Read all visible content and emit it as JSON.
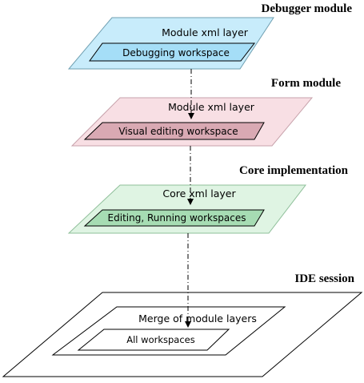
{
  "layers": {
    "debugger": {
      "title": "Debugger module",
      "outer_label": "Module xml layer",
      "inner_label": "Debugging workspace",
      "outer_fill": "#c8ecfb",
      "inner_fill": "#a5def7"
    },
    "form": {
      "title": "Form module",
      "outer_label": "Module xml layer",
      "inner_label": "Visual editing workspace",
      "outer_fill": "#f8dfe4",
      "inner_fill": "#d9a9b3"
    },
    "core": {
      "title": "Core implementation",
      "outer_label": "Core xml layer",
      "inner_label": "Editing, Running workspaces",
      "outer_fill": "#dff4e3",
      "inner_fill": "#a6dcb3"
    },
    "ide": {
      "title": "IDE session",
      "outer_label": "Merge of module layers",
      "inner_label": "All workspaces",
      "outer_fill": "#ffffff",
      "inner_fill": "#ffffff"
    }
  },
  "colors": {
    "stroke": "#000000",
    "text": "#000000"
  },
  "connector": {
    "style": "dash-dot",
    "arrow": "arrowhead-down"
  }
}
